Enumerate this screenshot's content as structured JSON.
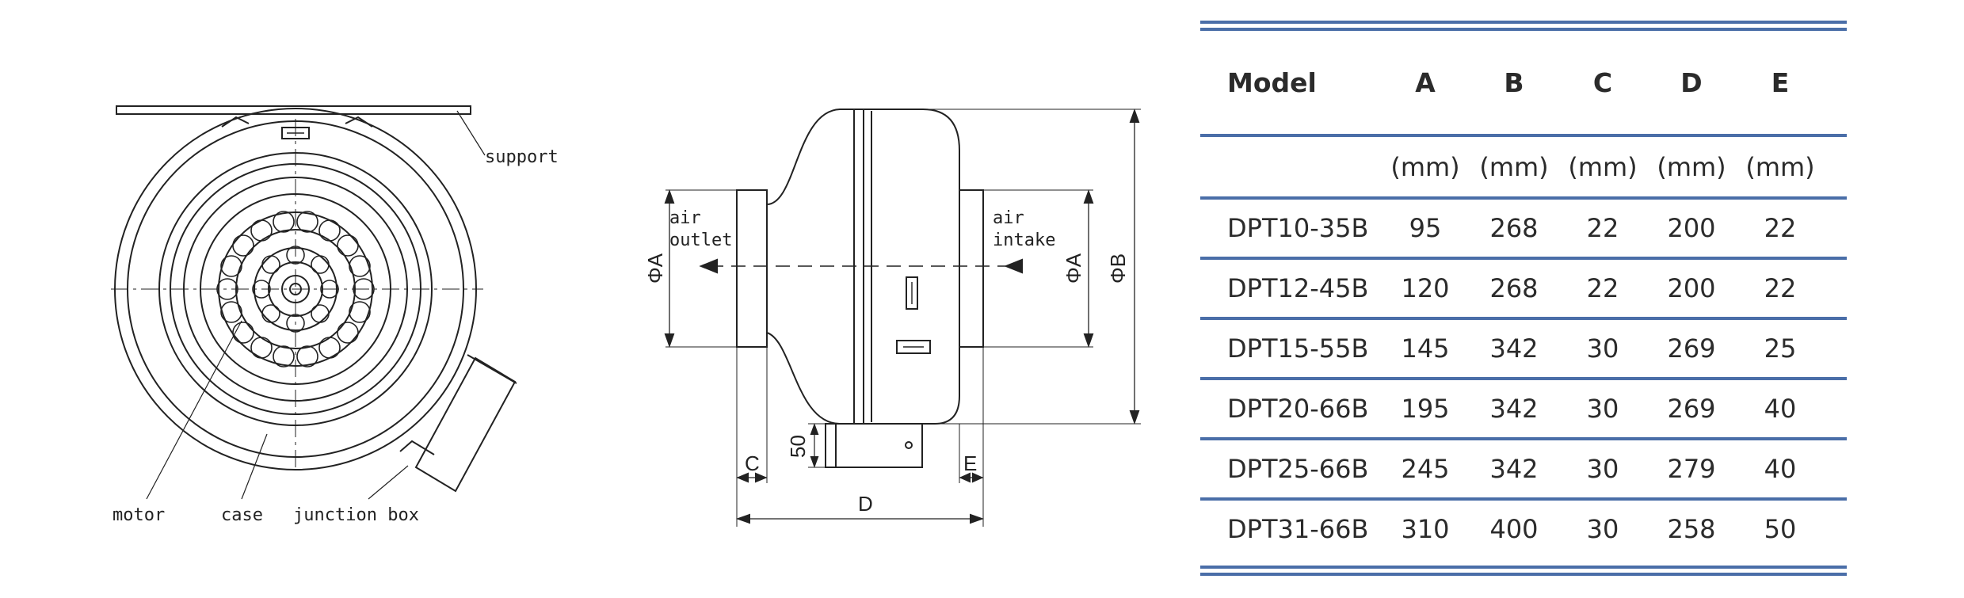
{
  "labels": {
    "support": "support",
    "motor": "motor",
    "case": "case",
    "junction_box": "junction box",
    "air_outlet_1": "air",
    "air_outlet_2": "outlet",
    "air_intake_1": "air",
    "air_intake_2": "intake",
    "dim_phiA_left": "ΦA",
    "dim_phiA_right": "ΦA",
    "dim_phiB": "ΦB",
    "dim_C": "C",
    "dim_D": "D",
    "dim_E": "E",
    "dim_50": "50"
  },
  "table": {
    "headers": [
      "Model",
      "A",
      "B",
      "C",
      "D",
      "E"
    ],
    "units": [
      "",
      "(mm)",
      "(mm)",
      "(mm)",
      "(mm)",
      "(mm)"
    ],
    "rows": [
      [
        "DPT10-35B",
        "95",
        "268",
        "22",
        "200",
        "22"
      ],
      [
        "DPT12-45B",
        "120",
        "268",
        "22",
        "200",
        "22"
      ],
      [
        "DPT15-55B",
        "145",
        "342",
        "30",
        "269",
        "25"
      ],
      [
        "DPT20-66B",
        "195",
        "342",
        "30",
        "269",
        "40"
      ],
      [
        "DPT25-66B",
        "245",
        "342",
        "30",
        "279",
        "40"
      ],
      [
        "DPT31-66B",
        "310",
        "400",
        "30",
        "258",
        "50"
      ]
    ]
  },
  "colors": {
    "table_rule": "#4a6ea8",
    "line": "#222222"
  }
}
